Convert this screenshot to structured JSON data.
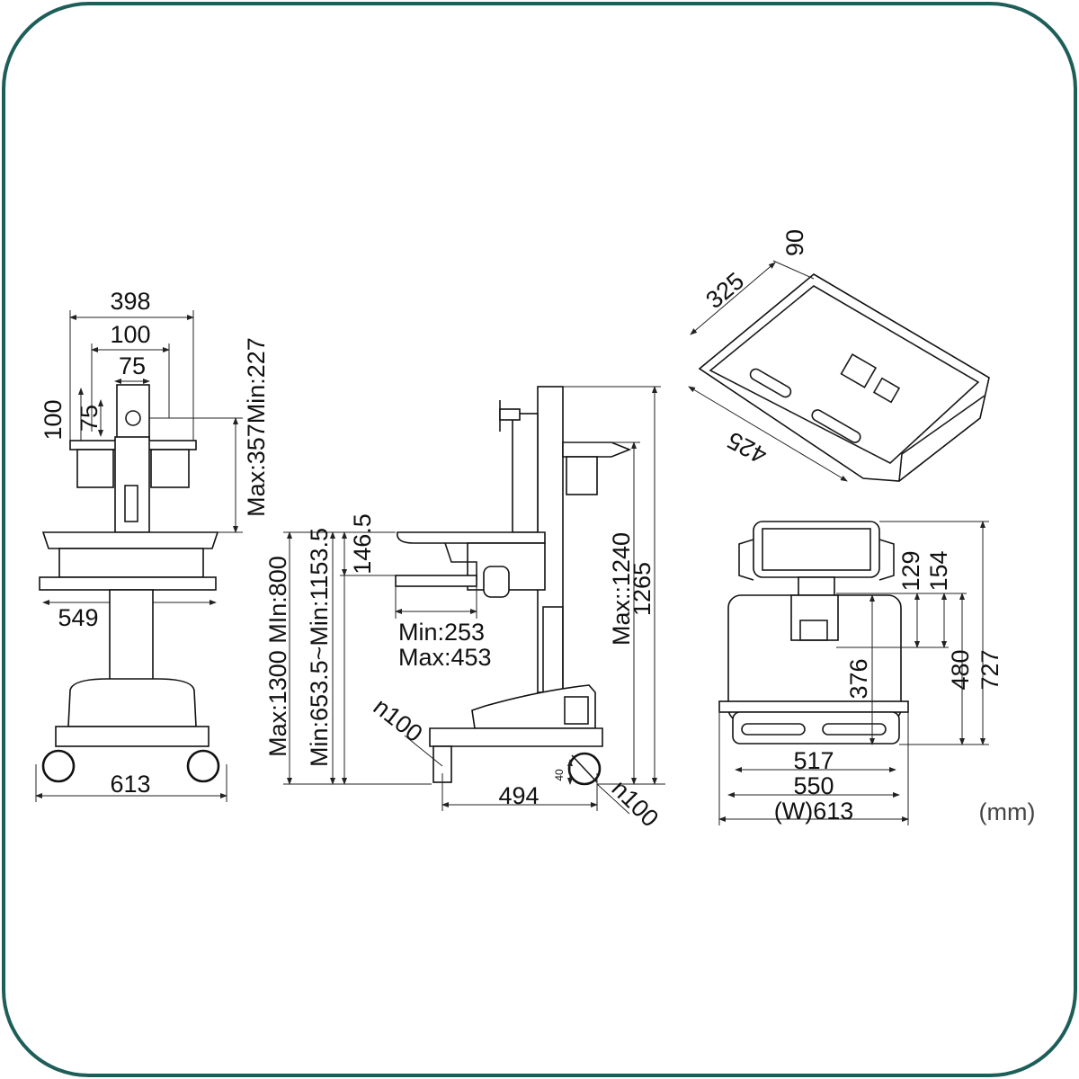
{
  "front_view": {
    "width_top": "398",
    "vesa_outer": "100",
    "vesa_inner": "75",
    "vesa_outer_vertical": "100",
    "vesa_inner_vertical": "75",
    "monitor_height_range": "Max:357Min:227",
    "worksurface_width": "549",
    "base_width": "613"
  },
  "side_view": {
    "overall_height_range": "Max:1300 MIn:800",
    "worksurface_height_range": "Min:653.5~Min:1153.5",
    "keyboard_drop": "146.5",
    "keyboard_extension_min": "Min:253",
    "keyboard_extension_max": "Max:453",
    "front_caster": "n100",
    "base_depth": "494",
    "caster_offset": "40",
    "rear_caster": "n100",
    "max_height": "Max::1240",
    "total_height": "1265"
  },
  "drawer_view": {
    "depth": "90",
    "width": "325",
    "length": "425"
  },
  "top_view": {
    "dim_129": "129",
    "dim_154": "154",
    "dim_376": "376",
    "dim_480": "480",
    "dim_727": "727",
    "dim_517": "517",
    "dim_550": "550",
    "overall_width": "(W)613"
  },
  "units": "(mm)",
  "colors": {
    "frame": "#1d5e58",
    "line": "#111111"
  }
}
